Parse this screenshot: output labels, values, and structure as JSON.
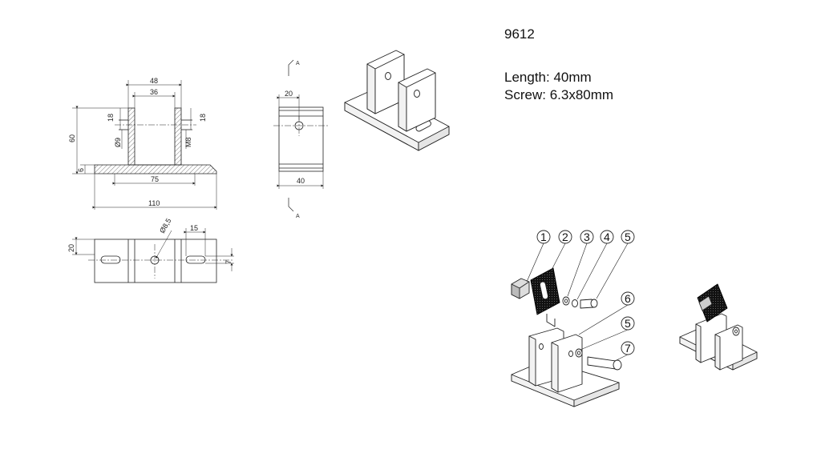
{
  "info": {
    "part_number": "9612",
    "length_label": "Length:",
    "length_value": "40mm",
    "screw_label": "Screw:",
    "screw_value": "6.3x80mm"
  },
  "front_view": {
    "dims": {
      "d48": "48",
      "d36": "36",
      "d18_left": "18",
      "d18_right": "18",
      "d60": "60",
      "d9": "Ø9",
      "dm8": "M8",
      "d6": "6",
      "d75": "75",
      "d110": "110"
    }
  },
  "top_view": {
    "dims": {
      "d8_5": "Ø8,5",
      "d15": "15",
      "d20": "20",
      "d7": "7"
    }
  },
  "side_view": {
    "dims": {
      "d20": "20",
      "d40": "40"
    },
    "section_top": "A",
    "section_bottom": "A"
  },
  "exploded_view": {
    "callouts": [
      "1",
      "2",
      "3",
      "4",
      "5",
      "6",
      "5",
      "7"
    ]
  }
}
